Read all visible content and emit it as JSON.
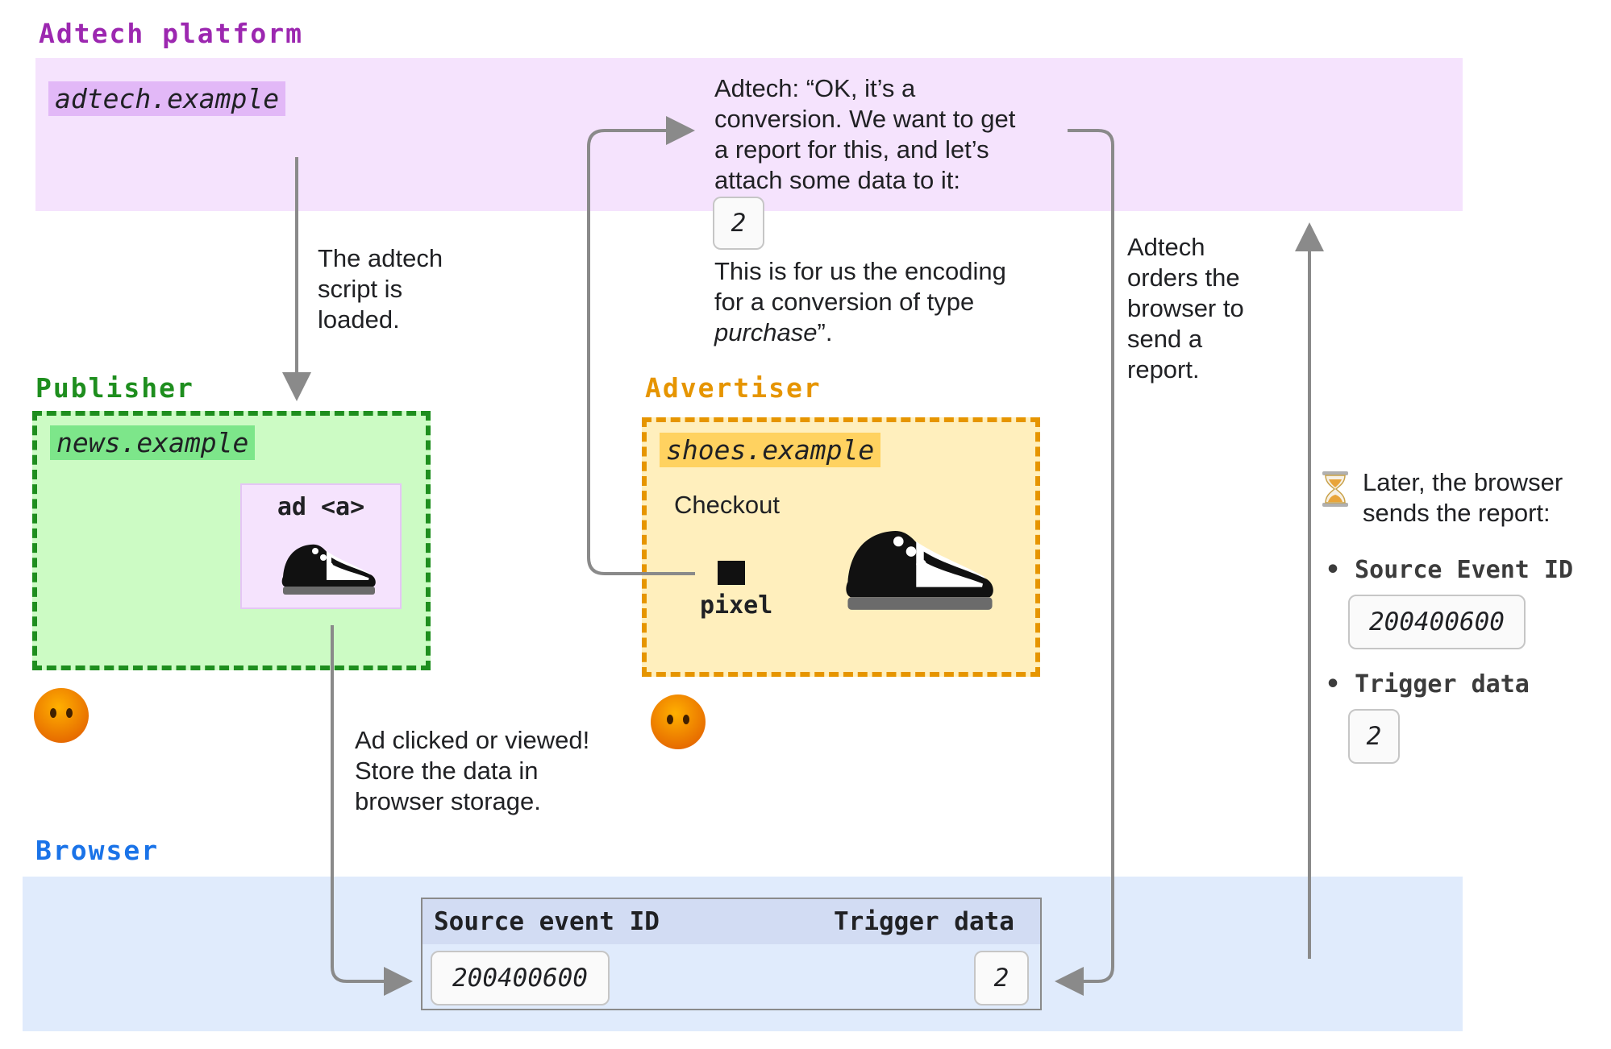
{
  "colors": {
    "adtech_band": "#f5e3fd",
    "adtech_label": "#9c27b0",
    "adtech_tag": "#e2b8f7",
    "publisher_fill": "#ccfbc4",
    "publisher_border": "#1e8e1e",
    "publisher_label": "#1e8e1e",
    "publisher_tag": "#7de68a",
    "advertiser_fill": "#ffefbd",
    "advertiser_border": "#e69500",
    "advertiser_label": "#e69500",
    "advertiser_tag": "#ffd260",
    "browser_band": "#e0ebfc",
    "browser_label": "#1a73e8",
    "table_header": "#d2dcf3",
    "arrow": "#8a8a8a"
  },
  "adtech": {
    "label": "Adtech platform",
    "domain": "adtech.example",
    "note_line1": "Adtech: “OK, it’s a",
    "note_line2": "conversion. We want to get",
    "note_line3": "a report for this, and let’s",
    "note_line4": "attach some data to it:",
    "data_value": "2",
    "encoding_line1": "This is for us the encoding",
    "encoding_line2": "for a conversion of type",
    "encoding_italic": "purchase",
    "encoding_end": "”."
  },
  "script_note": {
    "line1": "The adtech",
    "line2": "script is",
    "line3": "loaded."
  },
  "publisher": {
    "label": "Publisher",
    "domain": "news.example",
    "ad_label": "ad <a>",
    "shoe_icon": "sneaker-icon",
    "user_icon": "face-without-mouth-icon"
  },
  "advertiser": {
    "label": "Advertiser",
    "domain": "shoes.example",
    "page": "Checkout",
    "pixel_label": "pixel",
    "shoe_icon": "sneaker-icon",
    "user_icon": "face-without-mouth-icon"
  },
  "ad_note": {
    "line1": "Ad clicked or viewed!",
    "line2": "Store the data in",
    "line3": "browser storage."
  },
  "orders_note": {
    "line1": "Adtech",
    "line2": "orders the",
    "line3": "browser to",
    "line4": "send a",
    "line5": "report."
  },
  "report": {
    "icon": "hourglass-icon",
    "line1": "Later, the browser",
    "line2": "sends the report:",
    "item1_label": "Source Event ID",
    "item1_value": "200400600",
    "item2_label": "Trigger data",
    "item2_value": "2"
  },
  "browser": {
    "label": "Browser",
    "col1": "Source event ID",
    "col2": "Trigger data",
    "source_event_id": "200400600",
    "trigger_data": "2"
  }
}
